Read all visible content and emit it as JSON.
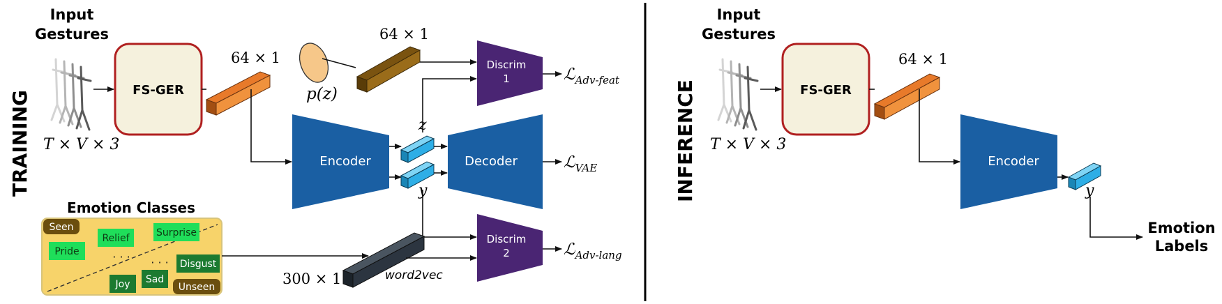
{
  "colors": {
    "encoder_blue": "#1a5fa3",
    "discrim_purple": "#4a2573",
    "fsger_fill": "#f5f1dd",
    "fsger_border": "#b02020",
    "feature_orange": "#e87a2a",
    "prior_brown": "#7a5310",
    "latent_cyan": "#2eaee6",
    "word2vec_dark": "#2c3540",
    "panel_yellow": "#f7d36a",
    "seen_green": "#1fde5a",
    "unseen_green": "#1c7a30",
    "badge_brown": "#6b4e0e"
  },
  "training": {
    "section_label": "TRAINING",
    "input_title_line1": "Input",
    "input_title_line2": "Gestures",
    "input_dims": "T × V × 3",
    "fsger_label": "FS-GER",
    "feature_dim": "64 × 1",
    "prior_label": "p(z)",
    "prior_dim": "64 × 1",
    "encoder_label": "Encoder",
    "decoder_label": "Decoder",
    "z_label": "z",
    "y_label": "y",
    "discrim1_line1": "Discrim",
    "discrim1_line2": "1",
    "discrim2_line1": "Discrim",
    "discrim2_line2": "2",
    "loss_feat_main": "ℒ",
    "loss_feat_sub": "Adv-feat",
    "loss_vae_main": "ℒ",
    "loss_vae_sub": "VAE",
    "loss_lang_main": "ℒ",
    "loss_lang_sub": "Adv-lang",
    "emotion_title": "Emotion Classes",
    "seen_badge": "Seen",
    "unseen_badge": "Unseen",
    "seen_classes": [
      "Relief",
      "Surprise",
      "Pride"
    ],
    "unseen_classes": [
      "Disgust",
      "Joy",
      "Sad"
    ],
    "ellipsis_seen": "· · ·",
    "ellipsis_unseen": "· · ·",
    "word2vec_dim": "300 × 1",
    "word2vec_label": "word2vec"
  },
  "inference": {
    "section_label": "INFERENCE",
    "input_title_line1": "Input",
    "input_title_line2": "Gestures",
    "input_dims": "T × V × 3",
    "fsger_label": "FS-GER",
    "feature_dim": "64 × 1",
    "encoder_label": "Encoder",
    "y_label": "y",
    "output_line1": "Emotion",
    "output_line2": "Labels"
  }
}
